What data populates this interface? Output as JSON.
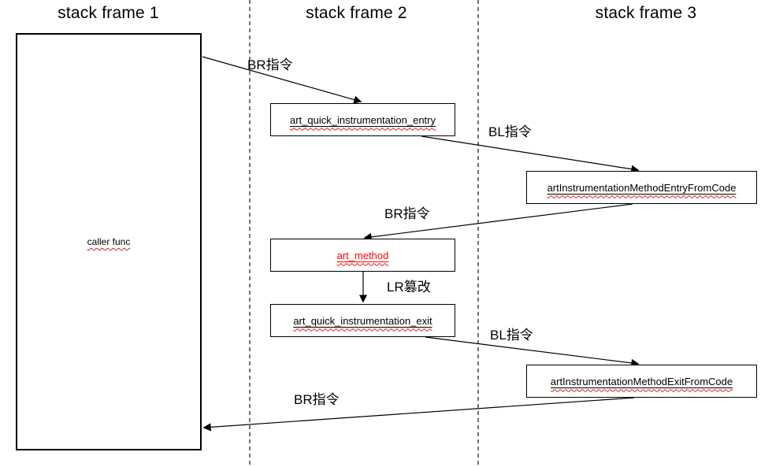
{
  "diagram": {
    "columns": [
      {
        "title": "stack frame 1"
      },
      {
        "title": "stack frame 2"
      },
      {
        "title": "stack frame 3"
      }
    ],
    "nodes": {
      "caller_func": {
        "label": "caller func"
      },
      "entry_trampoline": {
        "label": "art_quick_instrumentation_entry"
      },
      "entry_handler": {
        "label": "artInstrumentationMethodEntryFromCode"
      },
      "art_method": {
        "label": "art_method",
        "color": "#FF0000"
      },
      "exit_trampoline": {
        "label": "art_quick_instrumentation_exit"
      },
      "exit_handler": {
        "label": "artInstrumentationMethodExitFromCode"
      }
    },
    "edges": [
      {
        "label": "BR指令",
        "from": "caller_func",
        "to": "entry_trampoline"
      },
      {
        "label": "BL指令",
        "from": "entry_trampoline",
        "to": "entry_handler"
      },
      {
        "label": "BR指令",
        "from": "entry_handler",
        "to": "art_method"
      },
      {
        "label": "LR篡改",
        "from": "art_method",
        "to": "exit_trampoline"
      },
      {
        "label": "BL指令",
        "from": "exit_trampoline",
        "to": "exit_handler"
      },
      {
        "label": "BR指令",
        "from": "exit_handler",
        "to": "caller_func"
      }
    ],
    "colors": {
      "line": "#000000",
      "highlight": "#FF0000",
      "background": "#FFFFFF",
      "squiggle": "#D02020"
    }
  }
}
